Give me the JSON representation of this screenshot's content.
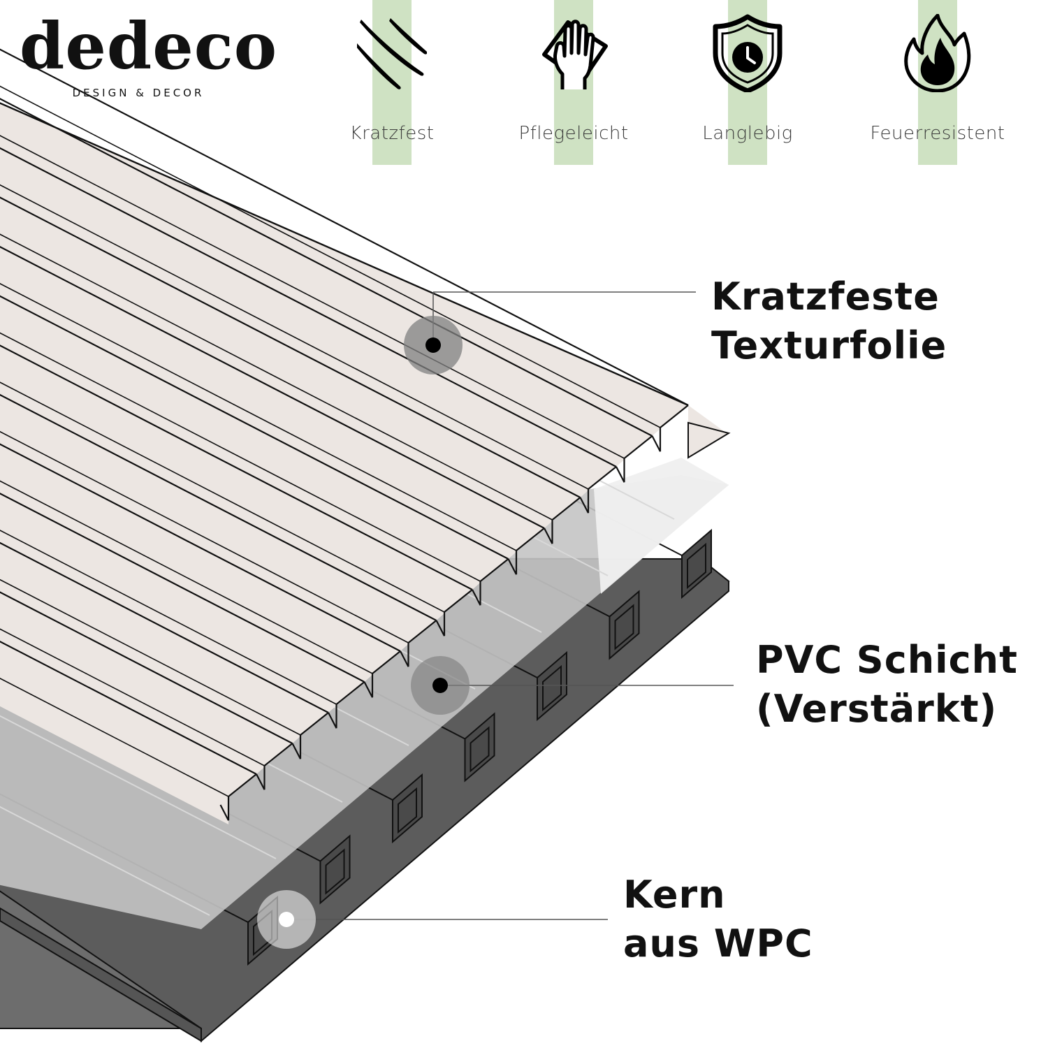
{
  "brand": {
    "name": "dedeco",
    "tagline": "DESIGN & DECOR"
  },
  "colors": {
    "accent_band": "#cfe2c3",
    "foil": "#ece6e2",
    "pvc": "#c4c4c4",
    "core_top": "#5c5c5c",
    "core_side": "#6d6d6d",
    "ink": "#111111",
    "marker_halo": "#808080"
  },
  "features": [
    {
      "label": "Kratzfest",
      "icon": "scratch-marks-icon"
    },
    {
      "label": "Pflegeleicht",
      "icon": "hand-wiping-cloth-icon"
    },
    {
      "label": "Langlebig",
      "icon": "shield-clock-icon"
    },
    {
      "label": "Feuerresistent",
      "icon": "flame-icon"
    }
  ],
  "layers": [
    {
      "line1": "Kratzfeste",
      "line2": "Texturfolie"
    },
    {
      "line1": "PVC Schicht",
      "line2": "(Verstärkt)"
    },
    {
      "line1": "Kern",
      "line2": "aus WPC"
    }
  ]
}
